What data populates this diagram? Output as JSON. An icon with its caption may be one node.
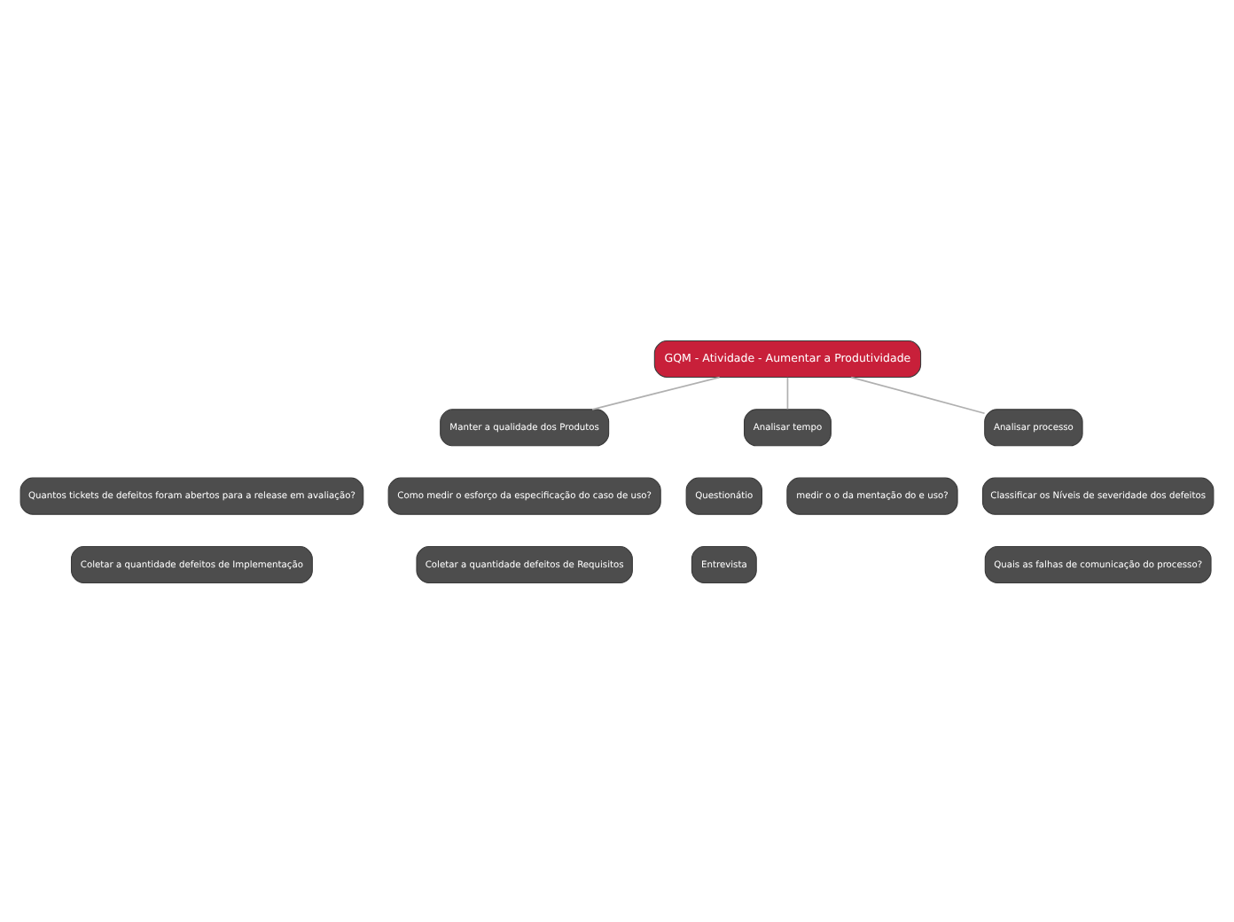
{
  "diagram": {
    "nodes": [
      {
        "text": [
          "GQM - Atividade - Aumentar a Produtividade"
        ]
      },
      {
        "text": [
          "Manter a qualidade dos Produtos"
        ]
      },
      {
        "text": [
          "Analisar tempo"
        ]
      },
      {
        "text": [
          "Analisar processo"
        ]
      },
      {
        "text": [
          "Quantos tickets de defeitos foram abertos para a release em avaliação?"
        ]
      },
      {
        "text": [
          "Questionátio"
        ]
      },
      {
        "text": [
          "Classificar os Níveis de severidade dos defeitos"
        ]
      },
      {
        "text": [
          "Como medir o esforço da especificação do caso de uso?"
        ]
      },
      {
        "text": [
          "medir o o da mentação do e uso?"
        ]
      },
      {
        "text": [
          "Coletar a quantidade defeitos de Implementação"
        ]
      },
      {
        "text": [
          "Entrevista"
        ]
      },
      {
        "text": [
          "Quais as falhas de comunicação do processo?"
        ]
      },
      {
        "text": [
          "Coletar a quantidade defeitos de Requisitos"
        ]
      }
    ],
    "edges": [
      {
        "from": 0,
        "to": 1,
        "arrow": "none"
      },
      {
        "from": 0,
        "to": 2,
        "arrow": "none"
      },
      {
        "from": 0,
        "to": 3,
        "arrow": "none"
      }
    ]
  }
}
